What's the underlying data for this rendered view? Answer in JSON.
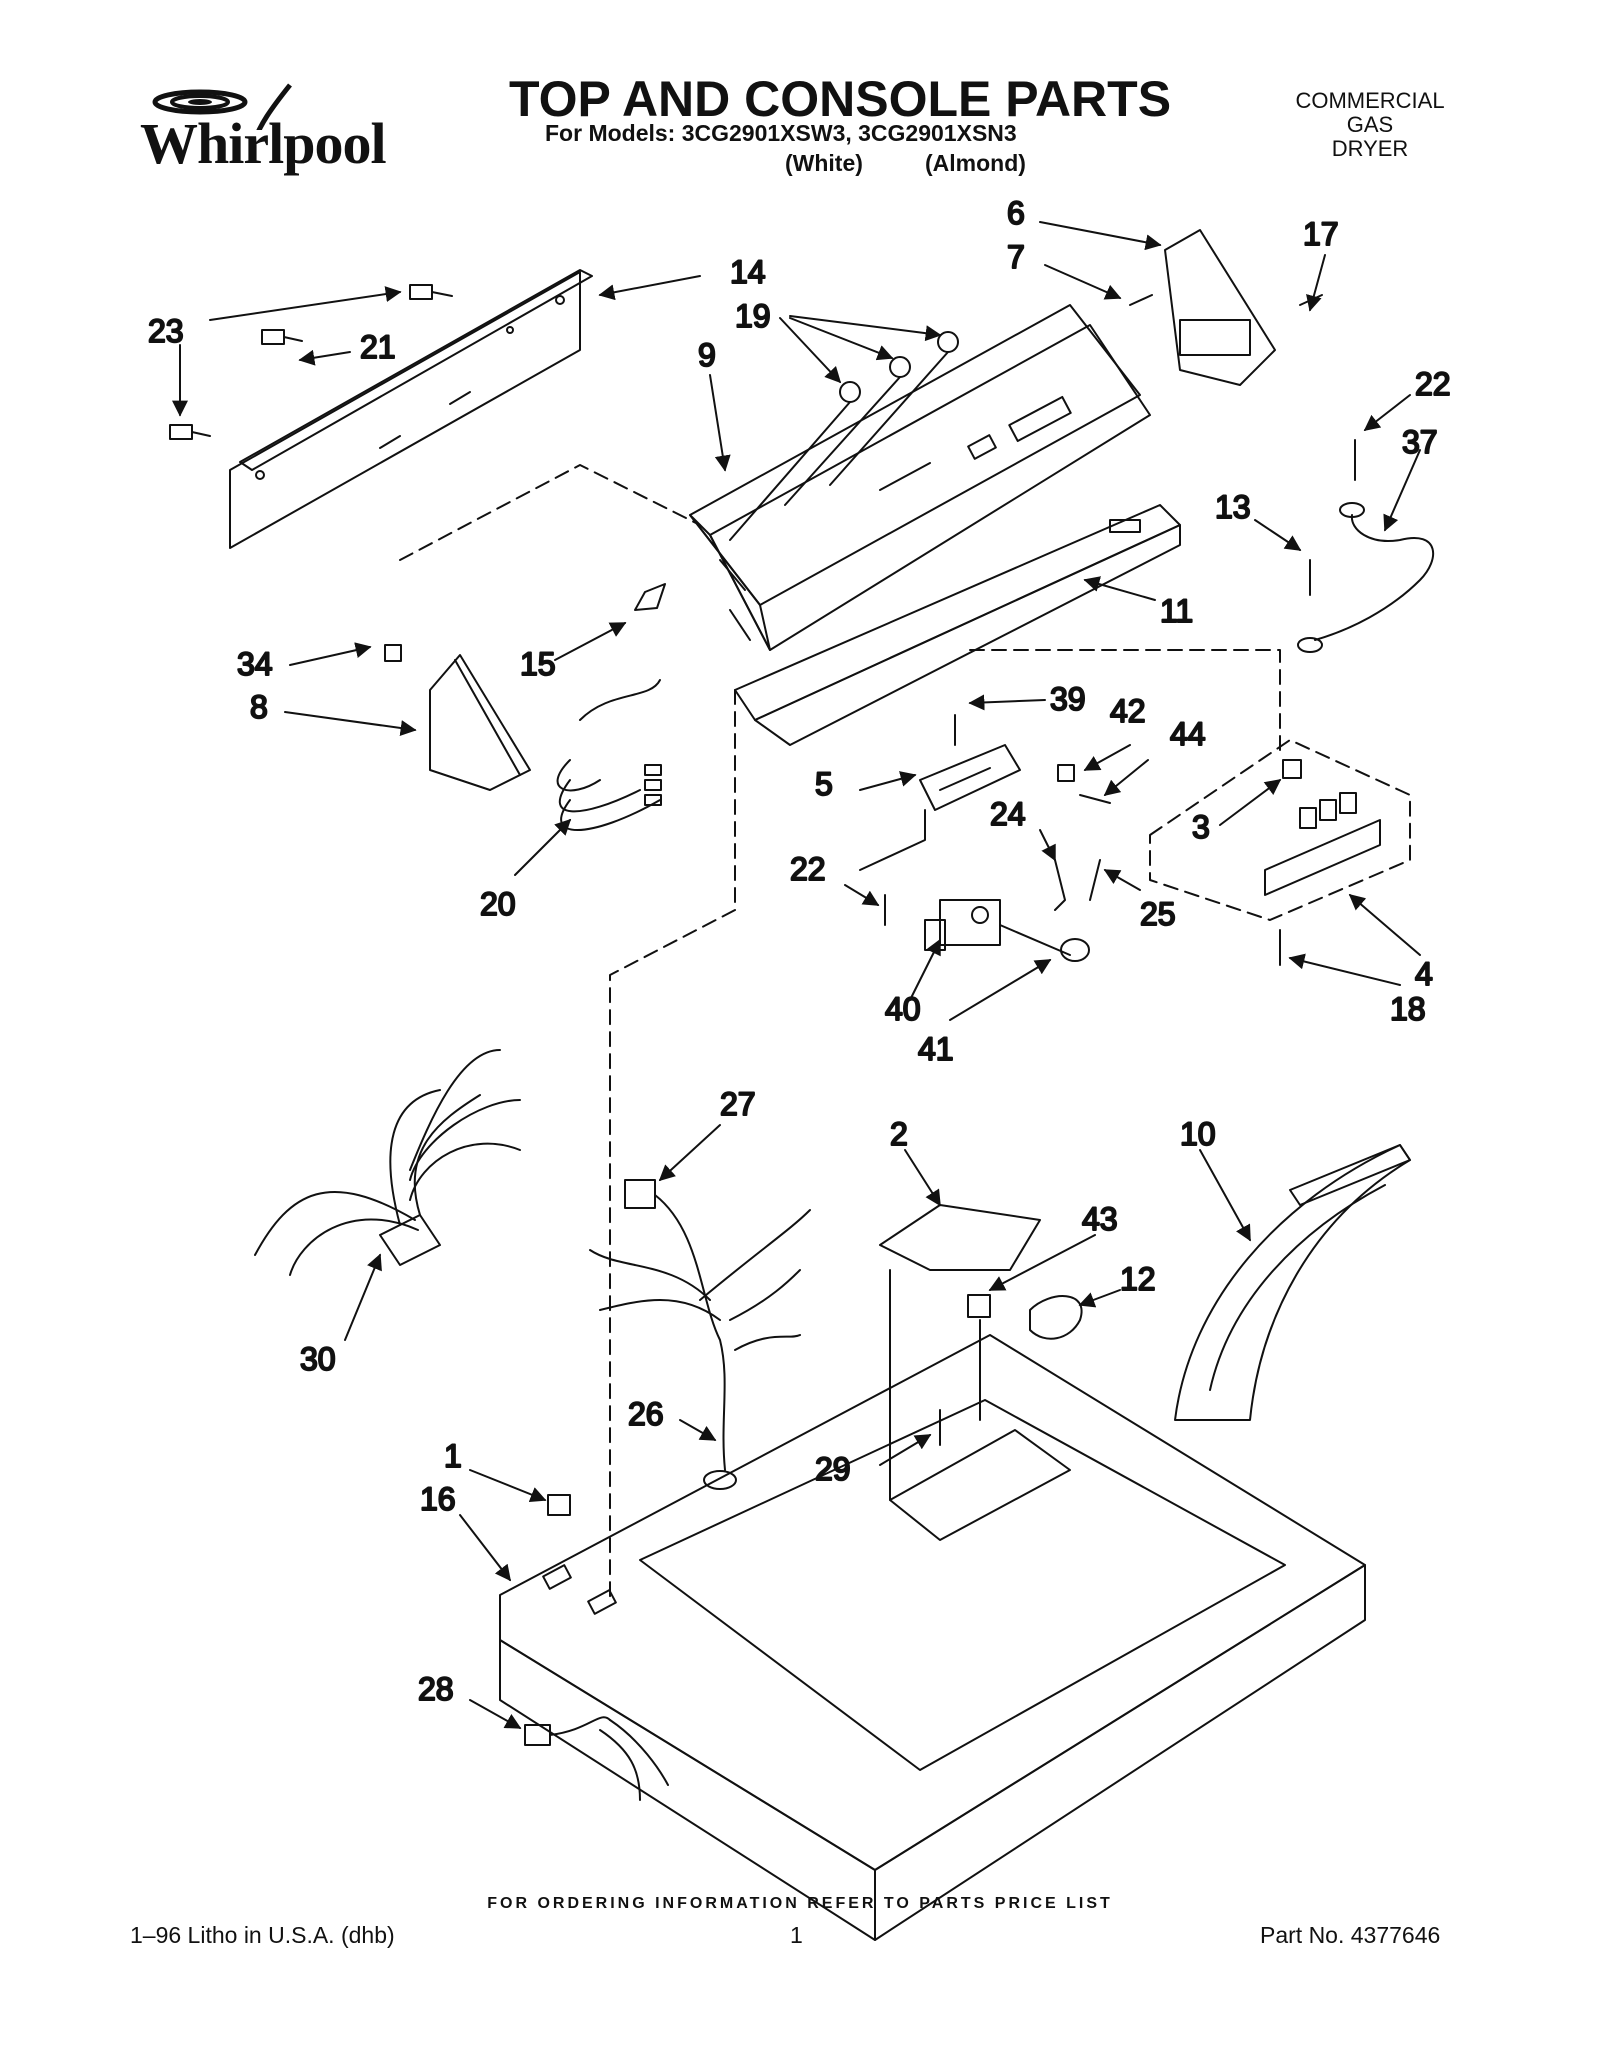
{
  "header": {
    "brand": "Whirlpool",
    "title": "TOP AND CONSOLE PARTS",
    "models_line": "For Models: 3CG2901XSW3, 3CG2901XSN3",
    "color_white": "(White)",
    "color_almond": "(Almond)",
    "category": [
      "COMMERCIAL",
      "GAS",
      "DRYER"
    ]
  },
  "callouts": [
    "1",
    "2",
    "3",
    "4",
    "5",
    "6",
    "7",
    "8",
    "9",
    "10",
    "11",
    "12",
    "13",
    "14",
    "15",
    "16",
    "17",
    "18",
    "19",
    "20",
    "21",
    "22",
    "22",
    "23",
    "24",
    "25",
    "26",
    "27",
    "28",
    "29",
    "30",
    "34",
    "37",
    "39",
    "40",
    "41",
    "42",
    "43",
    "44"
  ],
  "footer": {
    "order_note": "FOR ORDERING INFORMATION REFER TO PARTS PRICE LIST",
    "litho": "1–96 Litho in U.S.A. (dhb)",
    "page": "1",
    "part_no": "Part No. 4377646"
  }
}
